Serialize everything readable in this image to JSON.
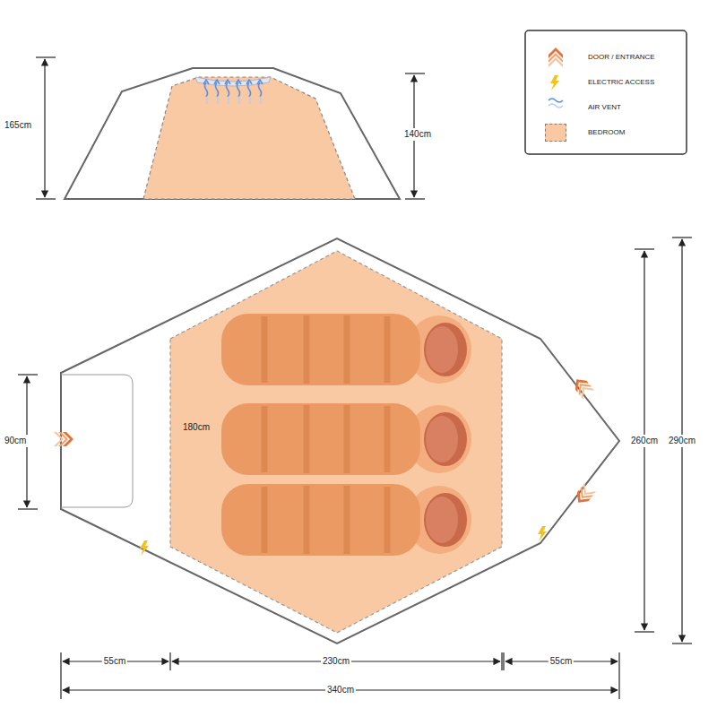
{
  "diagram": {
    "labels": [
      "165cm",
      "140cm",
      "90cm",
      "180cm",
      "260cm",
      "290cm",
      "55cm",
      "230cm",
      "55cm",
      "340cm"
    ],
    "legend": [
      {
        "text": "DOOR / ENTRANCE"
      },
      {
        "text": "ELECTRIC ACCESS"
      },
      {
        "text": "AIR VENT"
      },
      {
        "text": "BEDROOM",
        "color": "#f8c9a3"
      }
    ]
  }
}
